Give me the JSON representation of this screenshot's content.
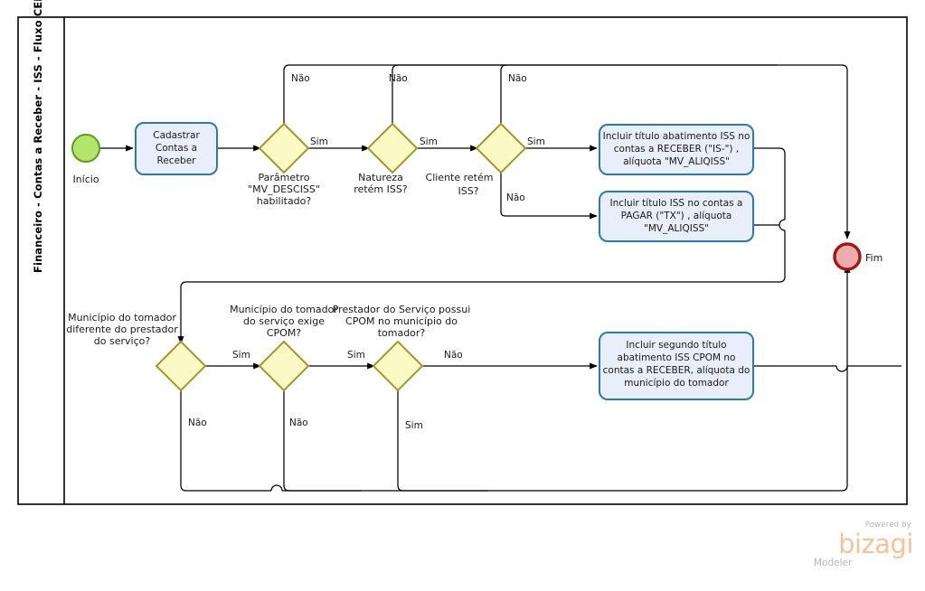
{
  "diagram": {
    "type": "bpmn-process-flow",
    "lane_title": "Financeiro - Contas a Receber - ISS - Fluxo CEPOM",
    "colors": {
      "start_event_fill": "#b4e56b",
      "start_event_stroke": "#5f9b1e",
      "end_event_fill": "#eeadad",
      "end_event_stroke": "#a81414",
      "gateway_fill": "#fbf9c4",
      "gateway_stroke": "#9d9b28",
      "task_fill": "#e9eefb",
      "task_stroke": "#2a7ab0",
      "flow_stroke": "#000000"
    }
  },
  "events": {
    "start": {
      "label": "Início"
    },
    "end": {
      "label": "Fim"
    }
  },
  "tasks": {
    "cadastrar": {
      "lines": [
        "Cadastrar",
        "Contas a",
        "Receber"
      ]
    },
    "abatimento_receber": {
      "lines": [
        "Incluir título abatimento ISS no",
        "contas a RECEBER (\"IS-\") ,",
        "alíquota \"MV_ALIQISS\""
      ]
    },
    "iss_pagar": {
      "lines": [
        "Incluir título ISS no contas a",
        "PAGAR  (\"TX\") , alíquota",
        "\"MV_ALIQISS\""
      ]
    },
    "segundo_titulo_cpom": {
      "lines": [
        "Incluir segundo título",
        "abatimento ISS CPOM no",
        "contas a RECEBER, alíquota do",
        "município do tomador"
      ]
    }
  },
  "gateways": {
    "parametro_desciss": {
      "lines": [
        "Parâmetro",
        "\"MV_DESCISS\"",
        "habilitado?"
      ]
    },
    "natureza_retem_iss": {
      "lines": [
        "Natureza",
        "retém ISS?"
      ]
    },
    "cliente_retem_iss": {
      "lines": [
        "Cliente retém",
        "ISS?"
      ]
    },
    "municipio_diferente": {
      "lines": [
        "Município do tomador",
        "diferente do prestador",
        "do serviço?"
      ]
    },
    "municipio_exige_cpom": {
      "lines": [
        "Município do tomador",
        "do serviço exige",
        "CPOM?"
      ]
    },
    "prestador_possui_cpom": {
      "lines": [
        "Prestador do Serviço possui",
        "CPOM no município do",
        "tomador?"
      ]
    }
  },
  "flow_labels": {
    "sim": "Sim",
    "nao": "Não",
    "g1_nao": "Não",
    "g1_sim": "Sim",
    "g2_nao": "Não",
    "g2_sim": "Sim",
    "g3_nao": "Não",
    "g3_sim": "Sim",
    "g4_nao": "Não",
    "g4_sim": "Sim",
    "g5_nao": "Não",
    "g5_sim": "Sim",
    "g6_nao": "Não",
    "g6_sim": "Sim"
  },
  "watermark": {
    "powered_by": "Powered by",
    "brand": "bizagi",
    "product": "Modeler"
  }
}
